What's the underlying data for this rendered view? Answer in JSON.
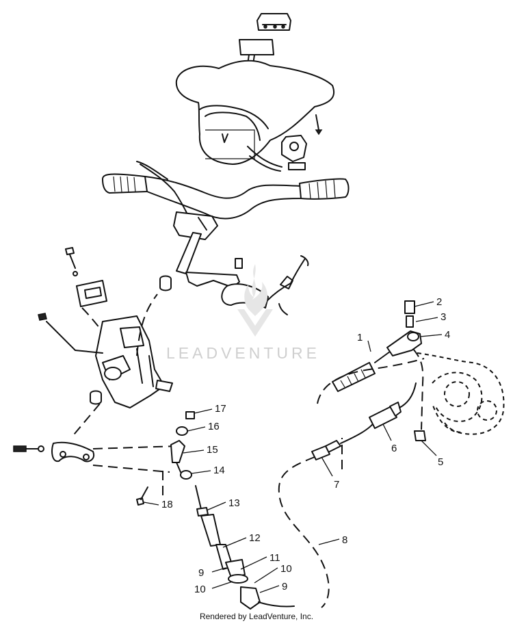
{
  "watermark": {
    "text": "LEADVENTURE",
    "emblem": "flame-chevron-logo"
  },
  "footer": {
    "credit": "Rendered by LeadVenture, Inc."
  },
  "callouts": [
    {
      "id": "c1",
      "label": "1"
    },
    {
      "id": "c2",
      "label": "2"
    },
    {
      "id": "c3",
      "label": "3"
    },
    {
      "id": "c4",
      "label": "4"
    },
    {
      "id": "c5",
      "label": "5"
    },
    {
      "id": "c6",
      "label": "6"
    },
    {
      "id": "c7",
      "label": "7"
    },
    {
      "id": "c8",
      "label": "8"
    },
    {
      "id": "c9a",
      "label": "9"
    },
    {
      "id": "c9b",
      "label": "9"
    },
    {
      "id": "c10a",
      "label": "10"
    },
    {
      "id": "c10b",
      "label": "10"
    },
    {
      "id": "c11",
      "label": "11"
    },
    {
      "id": "c12",
      "label": "12"
    },
    {
      "id": "c13",
      "label": "13"
    },
    {
      "id": "c14",
      "label": "14"
    },
    {
      "id": "c15",
      "label": "15"
    },
    {
      "id": "c16",
      "label": "16"
    },
    {
      "id": "c17",
      "label": "17"
    },
    {
      "id": "c18",
      "label": "18"
    }
  ]
}
